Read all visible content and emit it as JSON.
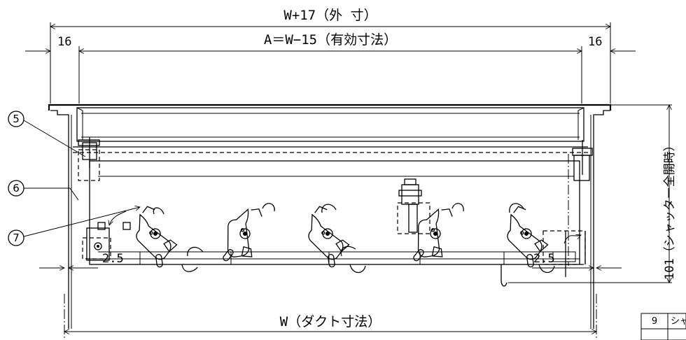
{
  "dimensions": {
    "outer_width": "W+17（外 寸）",
    "effective": "A＝W−15（有効寸法）",
    "left_margin": "16",
    "right_margin": "16",
    "left_gap": "2.5",
    "right_gap": "2.5",
    "duct": "W（ダクト寸法）",
    "height": "101（シャッター全開時）"
  },
  "callouts": [
    "5",
    "6",
    "7"
  ],
  "parts_table": {
    "row_no": "9",
    "row_name": "シャ"
  }
}
